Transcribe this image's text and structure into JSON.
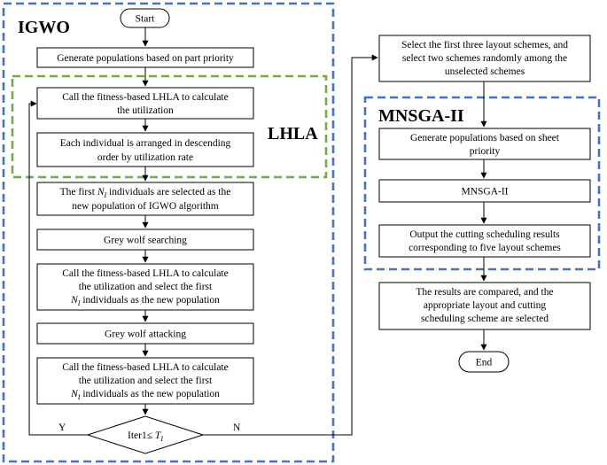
{
  "groups": {
    "igwo": "IGWO",
    "lhla": "LHLA",
    "mnsga": "MNSGA-II"
  },
  "nodes": {
    "start": "Start",
    "gen_part": "Generate populations based on part priority",
    "call_fit_1": [
      "Call the fitness-based LHLA to calculate",
      "the utilization"
    ],
    "arrange": [
      "Each individual is arranged in descending",
      "order by utilization rate"
    ],
    "first_n": {
      "line1_pre": "The first ",
      "line1_var": "N",
      "line1_sub": "I",
      "line1_post": " individuals are selected as the",
      "line2": "new population of IGWO algorithm"
    },
    "grey_search": "Grey wolf searching",
    "call_fit_2": {
      "line1": "Call the fitness-based LHLA to calculate",
      "line2": "the utilization and select the first",
      "line3_var": "N",
      "line3_sub": "I",
      "line3_post": " individuals as the new population"
    },
    "grey_attack": "Grey wolf attacking",
    "call_fit_3": {
      "line1": "Call the fitness-based LHLA to calculate",
      "line2": "the utilization and select the first",
      "line3_var": "N",
      "line3_sub": "I",
      "line3_post": " individuals as the new population"
    },
    "decision": {
      "pre": "Iter1≤ ",
      "var": "T",
      "sub": "I"
    },
    "select_layouts": [
      "Select the first three layout schemes, and",
      "select two schemes randomly among the",
      "unselected schemes"
    ],
    "gen_sheet": [
      "Generate populations based on sheet",
      "priority"
    ],
    "mnsga_step": "MNSGA-II",
    "output": [
      "Output the cutting scheduling results",
      "corresponding to five layout schemes"
    ],
    "compare": [
      "The results are compared, and the",
      "appropriate layout and cutting",
      "scheduling scheme are selected"
    ],
    "end": "End"
  },
  "edge_labels": {
    "yes": "Y",
    "no": "N"
  }
}
